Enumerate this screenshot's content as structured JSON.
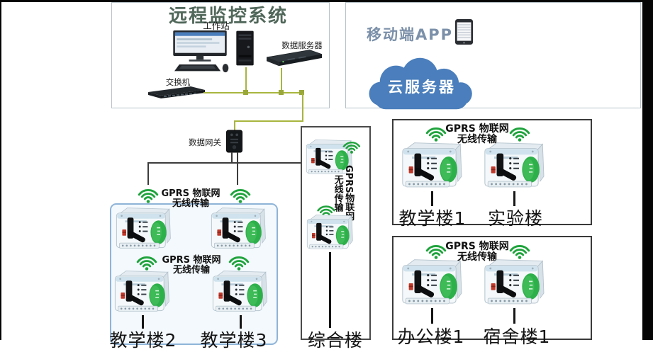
{
  "title_box": {
    "title": "远程监控系统",
    "workstation": "工作站",
    "data_server": "数据服务器",
    "network_switch": "交换机"
  },
  "cloud_box": {
    "mobile_app": "移动端APP",
    "cloud_server": "云服务器"
  },
  "gateway_label": "数据网关",
  "gprs": {
    "line1": "GPRS 物联网",
    "line2": "无线传输",
    "vertical_col1": "GPRS物联网",
    "vertical_col2": "无线传输"
  },
  "buildings": {
    "teaching2": "教学楼2",
    "teaching3": "教学楼3",
    "composite": "综合楼",
    "teaching1": "教学楼1",
    "lab": "实验楼",
    "office1": "办公楼1",
    "dorm1": "宿舍楼1"
  },
  "icons": {
    "wifi-icon": "green wifi signal arcs",
    "smart-meter-icon": "white meter device with black lever and green oval",
    "cloud-icon": "blue cloud",
    "phone-icon": "smartphone",
    "workstation-icon": "monitor with keyboard and mouse",
    "tower-icon": "pc tower",
    "server-icon": "rack server",
    "switch-icon": "network switch",
    "gateway-icon": "black data gateway box"
  },
  "colors": {
    "cloud_blue": "#4a7ebc",
    "wifi_green": "#1fa33c",
    "meter_green": "#2db04a",
    "connector_olive": "#a8b53e",
    "title_green": "#50675a",
    "app_label_blue": "#7b90a9",
    "box_border_dark": "#3a3a3a",
    "box_border_blue": "#8fb4d8"
  }
}
